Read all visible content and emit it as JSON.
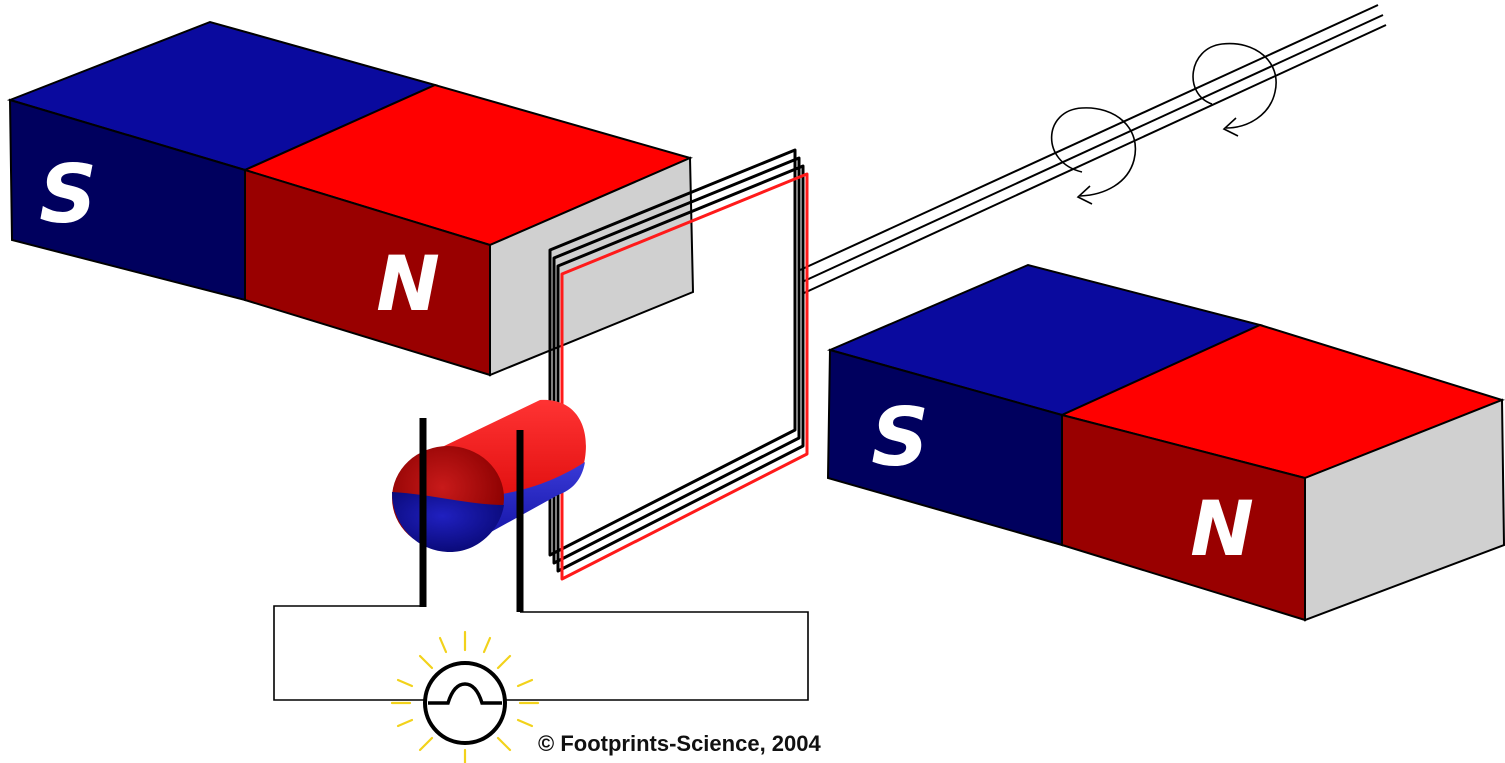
{
  "magnet_left": {
    "south_label": "S",
    "north_label": "N"
  },
  "magnet_right": {
    "south_label": "S",
    "north_label": "N"
  },
  "credit": "© Footprints-Science, 2004",
  "colors": {
    "south_top": "#0a0a9e",
    "south_front": "#00005e",
    "north_top": "#ff0000",
    "north_front": "#990000",
    "magnet_end": "#d0d0d0",
    "coil_wire": "#000000",
    "coil_highlight": "#ff1a1a",
    "bulb_rays": "#f2d21b",
    "outline": "#000000"
  }
}
